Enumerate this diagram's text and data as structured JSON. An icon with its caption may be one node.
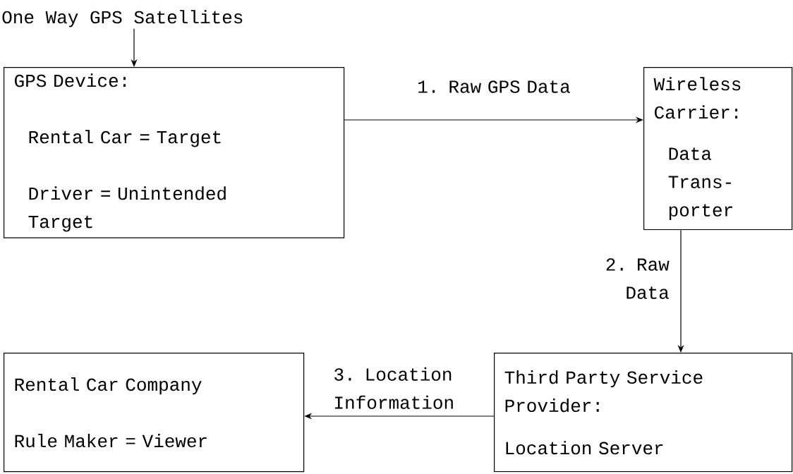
{
  "diagram": {
    "nodes": [
      {
        "text": [
          "One Way GPS Satellites"
        ]
      },
      {
        "text": [
          "GPS Device:",
          "Rental Car = Target",
          "Driver = Unintended Target"
        ]
      },
      {
        "text": [
          "Wireless Carrier:",
          "Data Trans- porter"
        ]
      },
      {
        "text": [
          "Third Party Service Provider:",
          "Location Server"
        ]
      },
      {
        "text": [
          "Rental Car Company",
          "Rule Maker = Viewer"
        ]
      }
    ],
    "edges": [
      {
        "from": 0,
        "to": 1,
        "arrow": "to"
      },
      {
        "from": 1,
        "to": 2,
        "arrow": "to",
        "label": "1. Raw GPS Data"
      },
      {
        "from": 2,
        "to": 3,
        "arrow": "to",
        "label": "2. Raw Data"
      },
      {
        "from": 3,
        "to": 4,
        "arrow": "to",
        "label": "3. Location Information"
      }
    ]
  }
}
